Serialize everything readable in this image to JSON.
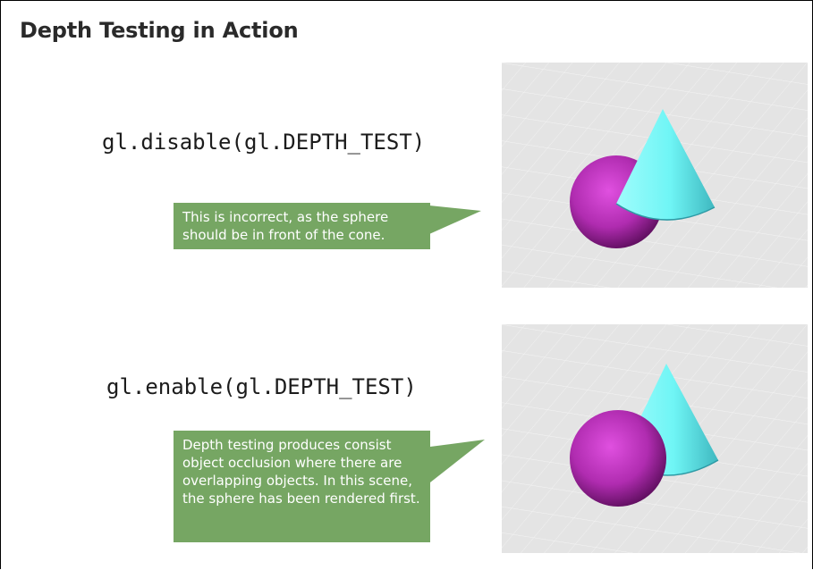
{
  "slide": {
    "title": "Depth Testing in Action"
  },
  "top_panel": {
    "code": "gl.disable(gl.DEPTH_TEST)",
    "callout": "This is incorrect, as the sphere should be in front of the cone.",
    "sphere_color": "#a020a0",
    "cone_color": "#6ff5f5"
  },
  "bottom_panel": {
    "code": "gl.enable(gl.DEPTH_TEST)",
    "callout": "Depth testing produces consist object occlusion where there are overlapping objects. In this scene, the sphere has been rendered first.",
    "sphere_color": "#a020a0",
    "cone_color": "#6ff5f5"
  },
  "colors": {
    "callout_bg": "#76a663",
    "scene_bg": "#e4e4e4"
  }
}
